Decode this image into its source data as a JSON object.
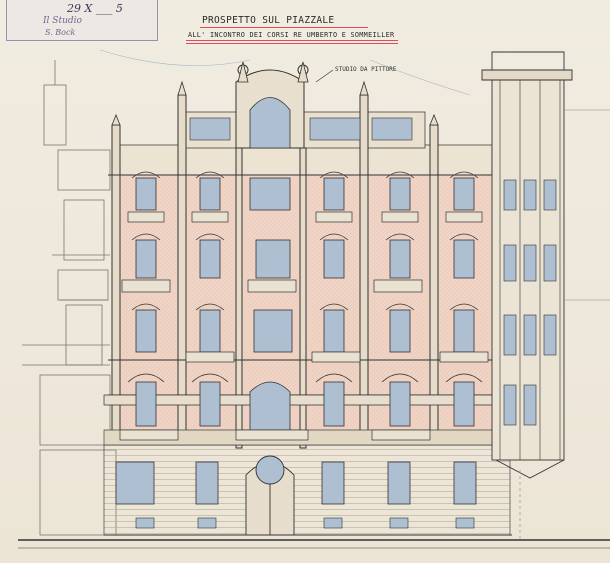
{
  "archive": {
    "date_note": "29 X ___ 5",
    "name_note": "Il Studio",
    "ref_note": "S. Bock"
  },
  "title": {
    "main": "PROSPETTO SUL PIAZZALE",
    "sub": "ALL' INCONTRO DEI CORSI RE UMBERTO E SOMMEILLER"
  },
  "annotation": {
    "studio_label": "STUDIO DA PITTORE"
  },
  "colors": {
    "paper": "#efe9dc",
    "ink": "#2b2b2b",
    "wash_pink": "#f0c3b3",
    "glass_blue": "#aebfd2",
    "title_rule": "#e14b5b"
  }
}
